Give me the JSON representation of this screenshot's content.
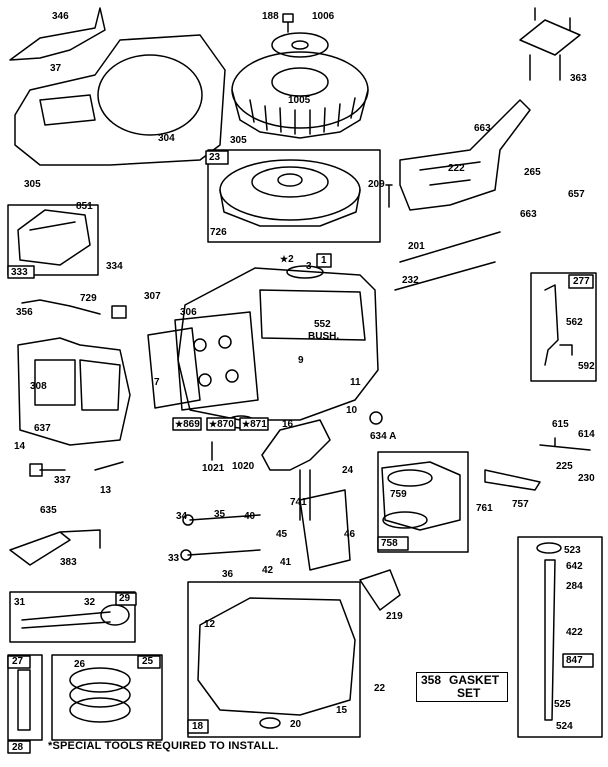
{
  "diagram": {
    "labels": {
      "l346": "346",
      "l188": "188",
      "l1006": "1006",
      "l37": "37",
      "l1005": "1005",
      "l304": "304",
      "l305a": "305",
      "l305b": "305",
      "l363a": "363",
      "l663a": "663",
      "l663b": "663",
      "l222": "222",
      "l265": "265",
      "l657": "657",
      "l209": "209",
      "l23": "23",
      "l726": "726",
      "l851": "851",
      "l334": "334",
      "l333": "333",
      "l2": "2",
      "l3": "3",
      "l1": "1",
      "l201": "201",
      "l232": "232",
      "l277": "277",
      "l562": "562",
      "l592": "592",
      "l729": "729",
      "l356": "356",
      "l307": "307",
      "l306": "306",
      "l552": "552",
      "l_bush": "BUSH.",
      "l7": "7",
      "l9": "9",
      "l11": "11",
      "l308": "308",
      "l10": "10",
      "l637": "637",
      "l14": "14",
      "l869": "869",
      "l870": "870",
      "l871": "871",
      "l634a": "634 A",
      "l16": "16",
      "l615": "615",
      "l614": "614",
      "l225": "225",
      "l230": "230",
      "l1021": "1021",
      "l1020": "1020",
      "l24": "24",
      "l337": "337",
      "l13": "13",
      "l759": "759",
      "l761": "761",
      "l757": "757",
      "l741": "741",
      "l635": "635",
      "l34": "34",
      "l35": "35",
      "l40": "40",
      "l45": "45",
      "l46": "46",
      "l758": "758",
      "l523": "523",
      "l642": "642",
      "l284": "284",
      "l33": "33",
      "l36": "36",
      "l41": "41",
      "l42": "42",
      "l383": "383",
      "l219": "219",
      "l422": "422",
      "l31": "31",
      "l32": "32",
      "l29": "29",
      "l12": "12",
      "l27": "27",
      "l26a": "26",
      "l25": "25",
      "l847": "847",
      "l22": "22",
      "l15": "15",
      "l20": "20",
      "l18": "18",
      "l525": "525",
      "l524": "524",
      "l28": "28"
    },
    "gasket_box": {
      "number": "358",
      "line1": "GASKET",
      "line2": "SET"
    },
    "footnote": "*SPECIAL TOOLS REQUIRED TO INSTALL."
  }
}
